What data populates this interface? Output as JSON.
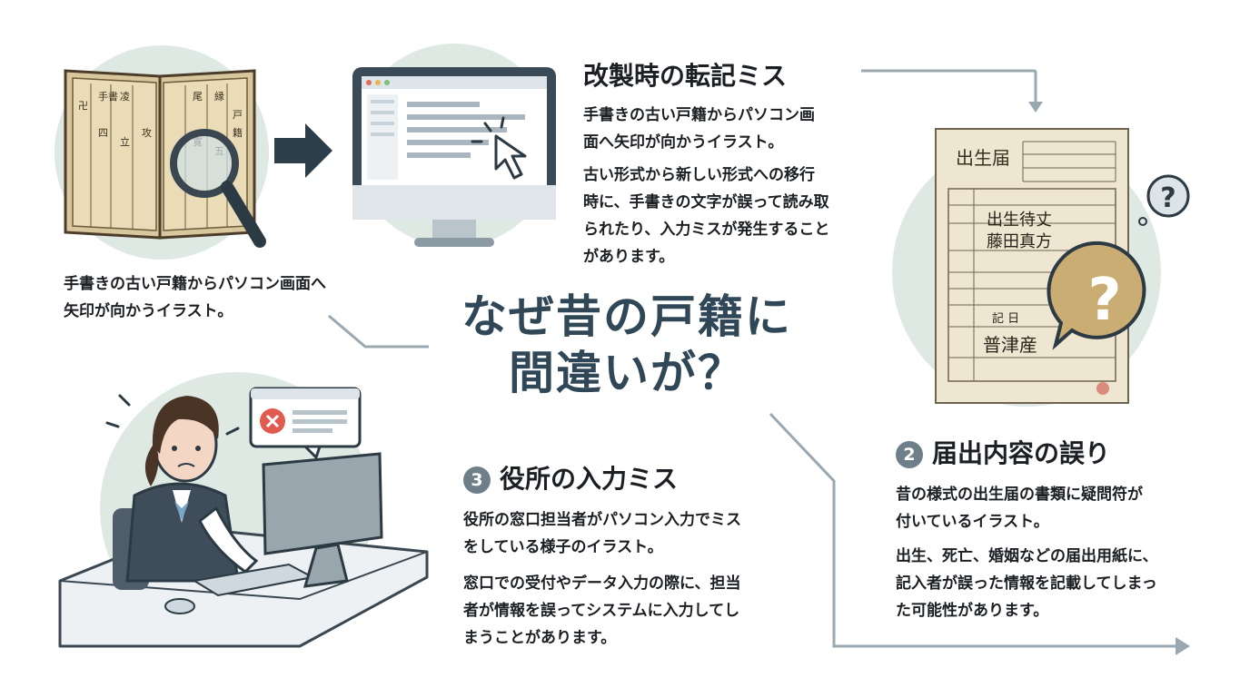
{
  "title": {
    "line1": "なぜ昔の戸籍に",
    "line2": "間違いが？"
  },
  "section1": {
    "heading": "改製時の転記ミス",
    "caption": [
      "手書きの古い戸籍からパソコン画",
      "面へ矢印が向かうイラスト。"
    ],
    "description": [
      "古い形式から新しい形式への移行",
      "時に、手書きの文字が誤って読み取",
      "られたり、入力ミスが発生すること",
      "があります。"
    ],
    "image_caption": [
      "手書きの古い戸籍からパソコン画面へ",
      "矢印が向かうイラスト。"
    ]
  },
  "section2": {
    "number": "2",
    "heading": "届出内容の誤り",
    "caption": [
      "昔の様式の出生届の書類に疑問符が",
      "付いているイラスト。"
    ],
    "description": [
      "出生、死亡、婚姻などの届出用紙に、",
      "記入者が誤った情報を記載してしまっ",
      "た可能性があります。"
    ]
  },
  "section3": {
    "number": "3",
    "heading": "役所の入力ミス",
    "caption": [
      "役所の窓口担当者がパソコン入力でミス",
      "をしている様子のイラスト。"
    ],
    "description": [
      "窓口での受付やデータ入力の際に、担当",
      "者が情報を誤ってシステムに入力してし",
      "まうことがあります。"
    ]
  },
  "form": {
    "title": "出生届",
    "handwriting1": "出生待丈",
    "handwriting2": "藤田真方",
    "handwriting3": "記 日",
    "handwriting4": "普津産"
  },
  "colors": {
    "accent": "#2f4756",
    "circle_bg": "#dfe9e4",
    "arrow": "#9aa8b1",
    "paper": "#efe6d2",
    "question": "#c9ad72"
  }
}
